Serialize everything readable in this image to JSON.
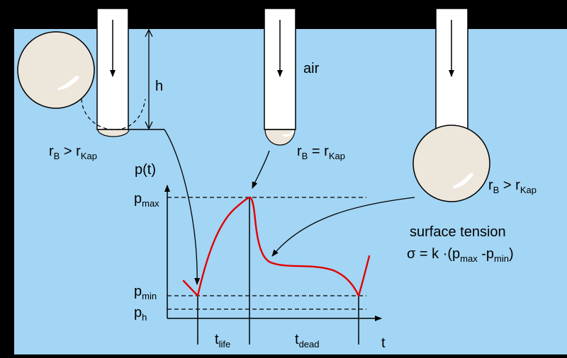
{
  "colors": {
    "liquid": "#a3d5f4",
    "bubble": "#ede6da",
    "curve": "#e00000"
  },
  "labels": {
    "h": "h",
    "air": "air",
    "p_axis": "p(t)",
    "t_axis": "t",
    "p_max_main": "p",
    "p_max_sub": "max",
    "p_min_main": "p",
    "p_min_sub": "min",
    "p_h_main": "p",
    "p_h_sub": "h",
    "t_life_main": "t",
    "t_life_sub": "life",
    "t_dead_main": "t",
    "t_dead_sub": "dead",
    "surface_tension": "surface tension",
    "formula_a": "σ = k ·(p",
    "formula_max": "max",
    "formula_b": " -p",
    "formula_min": "min",
    "formula_c": ")"
  },
  "bubbles": [
    {
      "r_main": "r",
      "r_sub": "B",
      "op": " > ",
      "kap_main": "r",
      "kap_sub": "Kap"
    },
    {
      "r_main": "r",
      "r_sub": "B",
      "op": " = ",
      "kap_main": "r",
      "kap_sub": "Kap"
    },
    {
      "r_main": "r",
      "r_sub": "B",
      "op": " > ",
      "kap_main": "r",
      "kap_sub": "Kap"
    }
  ]
}
